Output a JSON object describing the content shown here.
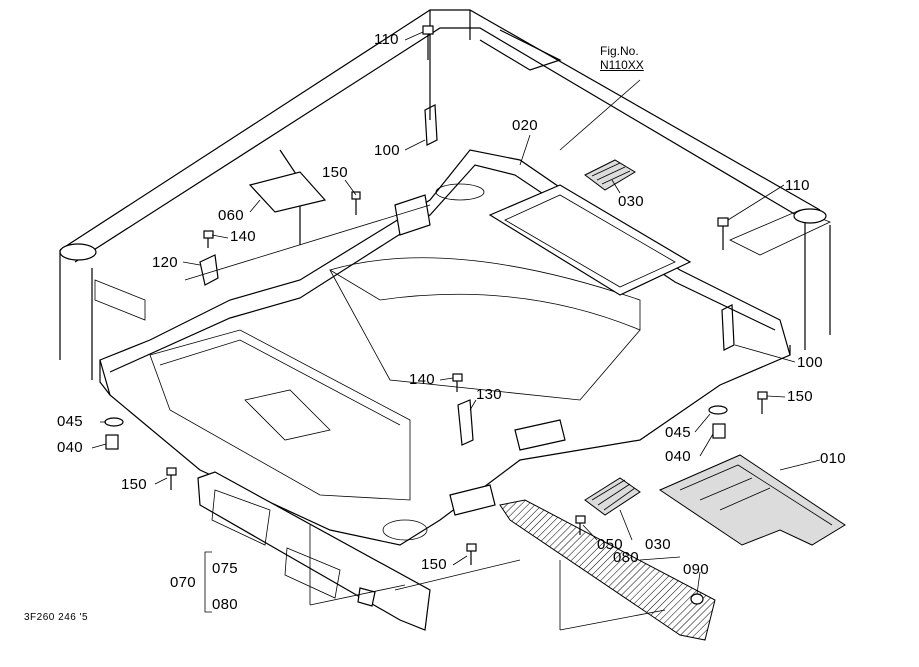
{
  "figure": {
    "fig_label": "Fig.No.",
    "fig_number": "N110XX",
    "drawing_code": "3F260 246 '5"
  },
  "callouts": {
    "p110_top": "110",
    "p100_left": "100",
    "p020": "020",
    "p030_top": "030",
    "p150_top": "150",
    "p060": "060",
    "p140_left": "140",
    "p110_right": "110",
    "p120": "120",
    "p100_right": "100",
    "p140_mid": "140",
    "p130": "130",
    "p150_right": "150",
    "p045_left": "045",
    "p040_left": "040",
    "p045_right": "045",
    "p040_right": "040",
    "p010": "010",
    "p150_left": "150",
    "p050": "050",
    "p030_bottom": "030",
    "p080_right": "080",
    "p150_bottom": "150",
    "p090": "090",
    "p070": "070",
    "p075": "075",
    "p080_left": "080"
  }
}
